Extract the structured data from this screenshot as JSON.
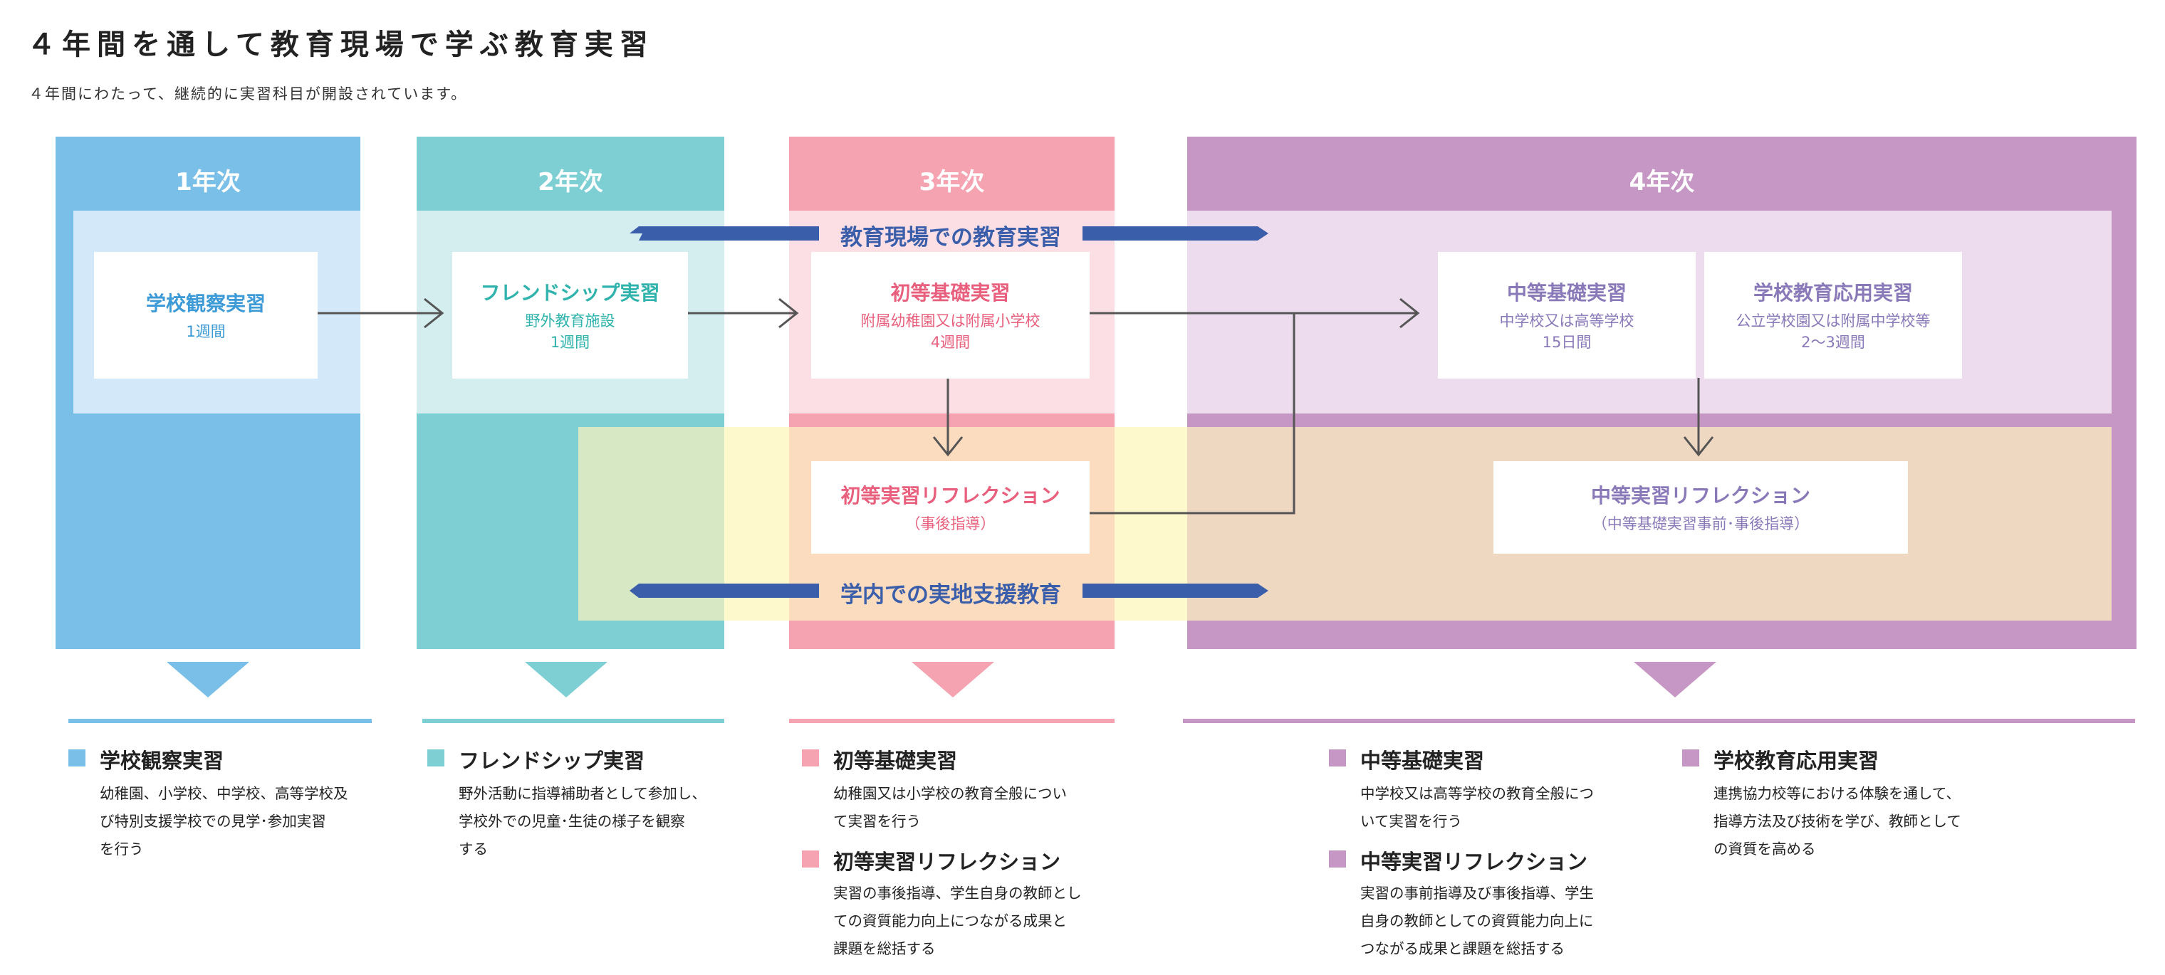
{
  "title": "４年間を通して教育現場で学ぶ教育実習",
  "subtitle": "４年間にわたって、継続的に実習科目が開設されています。",
  "colors": {
    "year1": "#7abfe8",
    "year2": "#7dcfd3",
    "year3": "#f5a3b1",
    "year4": "#c697c4",
    "band_blue": "#d3e8f8",
    "band_teal": "#d4eef0",
    "band_pink": "#fbdfe4",
    "band_purple": "#ecdced",
    "bar": "#3a5eaa",
    "arrow": "#555555",
    "text_blue": "#3c9ad6",
    "text_teal": "#2fb3ac",
    "text_pink": "#e8607d",
    "text_purple": "#8a79b8"
  },
  "years": [
    "1年次",
    "2年次",
    "3年次",
    "4年次"
  ],
  "bars": {
    "field": "教育現場での教育実習",
    "campus": "学内での実地支援教育"
  },
  "cards": {
    "observation": {
      "title": "学校観察実習",
      "sub": "1週間"
    },
    "friendship": {
      "title": "フレンドシップ実習",
      "sub1": "野外教育施設",
      "sub2": "1週間"
    },
    "elem_basic": {
      "title": "初等基礎実習",
      "sub1": "附属幼稚園又は附属小学校",
      "sub2": "4週間"
    },
    "elem_reflection": {
      "title": "初等実習リフレクション",
      "sub": "（事後指導）"
    },
    "mid_basic": {
      "title": "中等基礎実習",
      "sub1": "中学校又は高等学校",
      "sub2": "15日間"
    },
    "applied": {
      "title": "学校教育応用実習",
      "sub1": "公立学校園又は附属中学校等",
      "sub2": "2〜3週間"
    },
    "mid_reflection": {
      "title": "中等実習リフレクション",
      "sub": "（中等基礎実習事前･事後指導）"
    }
  },
  "details": {
    "observation": {
      "title": "学校観察実習",
      "lines": [
        "幼稚園、小学校、中学校、高等学校及",
        "び特別支援学校での見学･参加実習",
        "を行う"
      ]
    },
    "friendship": {
      "title": "フレンドシップ実習",
      "lines": [
        "野外活動に指導補助者として参加し、",
        "学校外での児童･生徒の様子を観察",
        "する"
      ]
    },
    "elem_basic": {
      "title": "初等基礎実習",
      "lines": [
        "幼稚園又は小学校の教育全般につい",
        "て実習を行う"
      ]
    },
    "elem_reflection": {
      "title": "初等実習リフレクション",
      "lines": [
        "実習の事後指導、学生自身の教師とし",
        "ての資質能力向上につながる成果と",
        "課題を総括する"
      ]
    },
    "mid_basic": {
      "title": "中等基礎実習",
      "lines": [
        "中学校又は高等学校の教育全般につ",
        "いて実習を行う"
      ]
    },
    "mid_reflection": {
      "title": "中等実習リフレクション",
      "lines": [
        "実習の事前指導及び事後指導、学生",
        "自身の教師としての資質能力向上に",
        "つながる成果と課題を総括する"
      ]
    },
    "applied": {
      "title": "学校教育応用実習",
      "lines": [
        "連携協力校等における体験を通して、",
        "指導方法及び技術を学び、教師として",
        "の資質を高める"
      ]
    }
  }
}
